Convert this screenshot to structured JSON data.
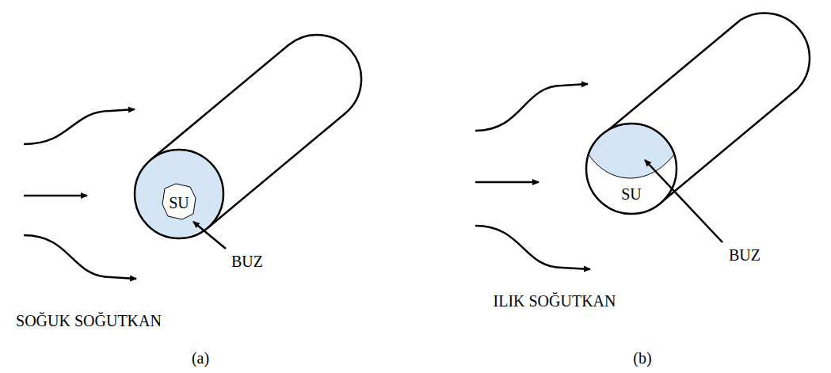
{
  "diagram": {
    "labels": [
      "SU",
      "BUZ",
      "SOĞUK SOĞUTKAN",
      "(a)",
      "SU",
      "BUZ",
      "ILIK SOĞUTKAN",
      "(b)"
    ]
  }
}
